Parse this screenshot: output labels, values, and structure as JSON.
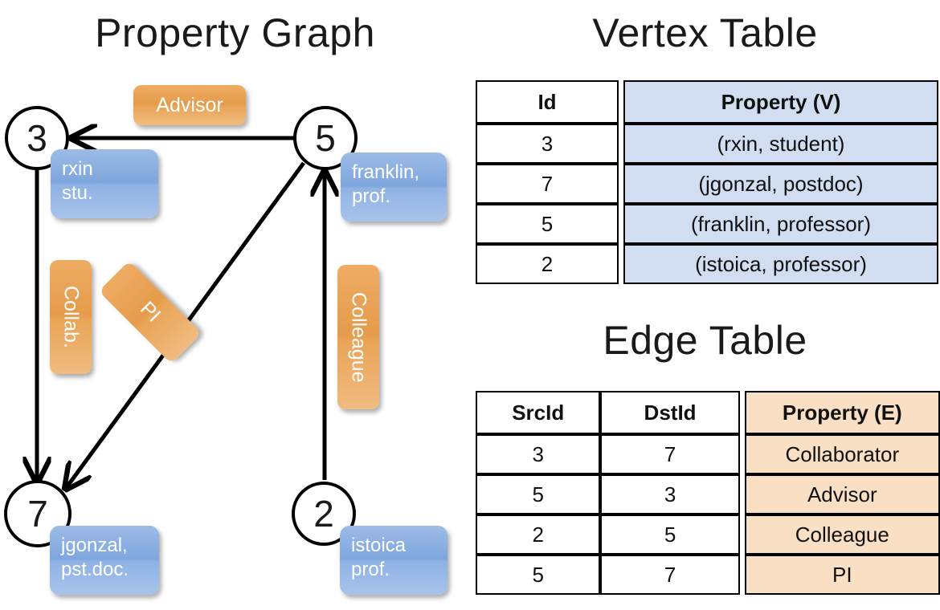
{
  "titles": {
    "graph": "Property Graph",
    "vertex_table": "Vertex Table",
    "edge_table": "Edge Table"
  },
  "graph": {
    "nodes": [
      {
        "id": "3",
        "label": "3",
        "property_lines": [
          "rxin",
          "stu."
        ]
      },
      {
        "id": "5",
        "label": "5",
        "property_lines": [
          "franklin,",
          "prof."
        ]
      },
      {
        "id": "7",
        "label": "7",
        "property_lines": [
          "jgonzal,",
          "pst.doc."
        ]
      },
      {
        "id": "2",
        "label": "2",
        "property_lines": [
          "istoica",
          "prof."
        ]
      }
    ],
    "edge_labels": [
      {
        "name": "advisor",
        "text": "Advisor"
      },
      {
        "name": "collab",
        "text": "Collab."
      },
      {
        "name": "pi",
        "text": "PI"
      },
      {
        "name": "colleague",
        "text": "Colleague"
      }
    ],
    "edges": [
      {
        "from": "5",
        "to": "3",
        "label": "Advisor"
      },
      {
        "from": "3",
        "to": "7",
        "label": "Collab."
      },
      {
        "from": "5",
        "to": "7",
        "label": "PI"
      },
      {
        "from": "2",
        "to": "5",
        "label": "Colleague"
      }
    ]
  },
  "vertex_table": {
    "headers": [
      "Id",
      "Property (V)"
    ],
    "rows": [
      {
        "id": "3",
        "property": "(rxin, student)"
      },
      {
        "id": "7",
        "property": "(jgonzal, postdoc)"
      },
      {
        "id": "5",
        "property": "(franklin, professor)"
      },
      {
        "id": "2",
        "property": "(istoica, professor)"
      }
    ]
  },
  "edge_table": {
    "headers": [
      "SrcId",
      "DstId",
      "Property (E)"
    ],
    "rows": [
      {
        "src": "3",
        "dst": "7",
        "property": "Collaborator"
      },
      {
        "src": "5",
        "dst": "3",
        "property": "Advisor"
      },
      {
        "src": "2",
        "dst": "5",
        "property": "Colleague"
      },
      {
        "src": "5",
        "dst": "7",
        "property": "PI"
      }
    ]
  },
  "colors": {
    "vertex_property_fill": "#d1ddf0",
    "edge_property_fill": "#f9dfc4",
    "node_box_blue": "#7ea6dd",
    "edge_label_orange": "#e59b4b",
    "background": "#ffffff",
    "stroke": "#000000"
  }
}
